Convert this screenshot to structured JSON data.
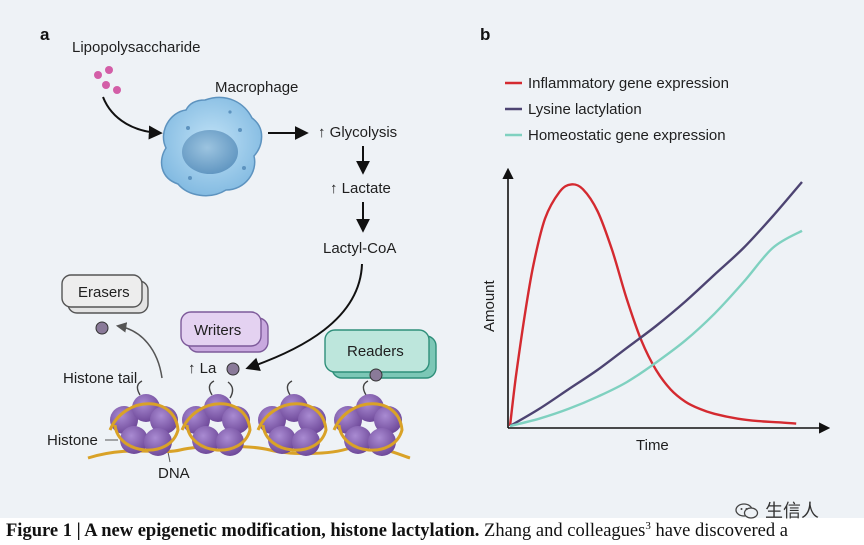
{
  "panel_a": {
    "letter": "a",
    "lipopolysaccharide": "Lipopolysaccharide",
    "macrophage": "Macrophage",
    "glycolysis": "↑ Glycolysis",
    "lactate": "↑ Lactate",
    "lactyl_coa": "Lactyl-CoA",
    "erasers": "Erasers",
    "writers": "Writers",
    "readers": "Readers",
    "la": "↑ La",
    "histone_tail": "Histone tail",
    "histone": "Histone",
    "dna": "DNA"
  },
  "panel_b": {
    "letter": "b"
  },
  "chart_data": {
    "type": "line",
    "xlabel": "Time",
    "ylabel": "Amount",
    "xlim": [
      0,
      1
    ],
    "ylim": [
      0,
      1
    ],
    "ticks": "none",
    "grid": false,
    "legend_position": "top-left",
    "series": [
      {
        "name": "Inflammatory gene expression",
        "color": "#d42a30",
        "x": [
          0,
          0.02,
          0.05,
          0.08,
          0.12,
          0.17,
          0.21,
          0.25,
          0.3,
          0.35,
          0.4,
          0.45,
          0.5,
          0.55,
          0.6,
          0.65,
          0.7,
          0.78,
          0.85,
          0.92,
          0.98
        ],
        "y": [
          0,
          0.2,
          0.45,
          0.66,
          0.85,
          0.96,
          0.99,
          0.97,
          0.88,
          0.72,
          0.52,
          0.35,
          0.23,
          0.15,
          0.1,
          0.07,
          0.05,
          0.03,
          0.02,
          0.015,
          0.01
        ]
      },
      {
        "name": "Lysine lactylation",
        "color": "#4d4472",
        "x": [
          0,
          0.1,
          0.2,
          0.3,
          0.4,
          0.5,
          0.6,
          0.7,
          0.8,
          0.9,
          1.0
        ],
        "y": [
          0,
          0.07,
          0.15,
          0.23,
          0.32,
          0.41,
          0.51,
          0.62,
          0.73,
          0.86,
          1.0
        ]
      },
      {
        "name": "Homeostatic gene expression",
        "color": "#7fd1c0",
        "x": [
          0,
          0.1,
          0.2,
          0.3,
          0.4,
          0.5,
          0.6,
          0.7,
          0.8,
          0.9,
          1.0
        ],
        "y": [
          0,
          0.03,
          0.07,
          0.12,
          0.18,
          0.26,
          0.35,
          0.46,
          0.59,
          0.73,
          0.8
        ]
      }
    ]
  },
  "caption": {
    "head": "Figure 1 | A new epigenetic modification, histone lactylation.",
    "text": " Zhang and colleagues",
    "ref": "3",
    "text2": " have discovered a"
  },
  "watermark": {
    "text": "生信人",
    "icon": "wechat-icon"
  }
}
